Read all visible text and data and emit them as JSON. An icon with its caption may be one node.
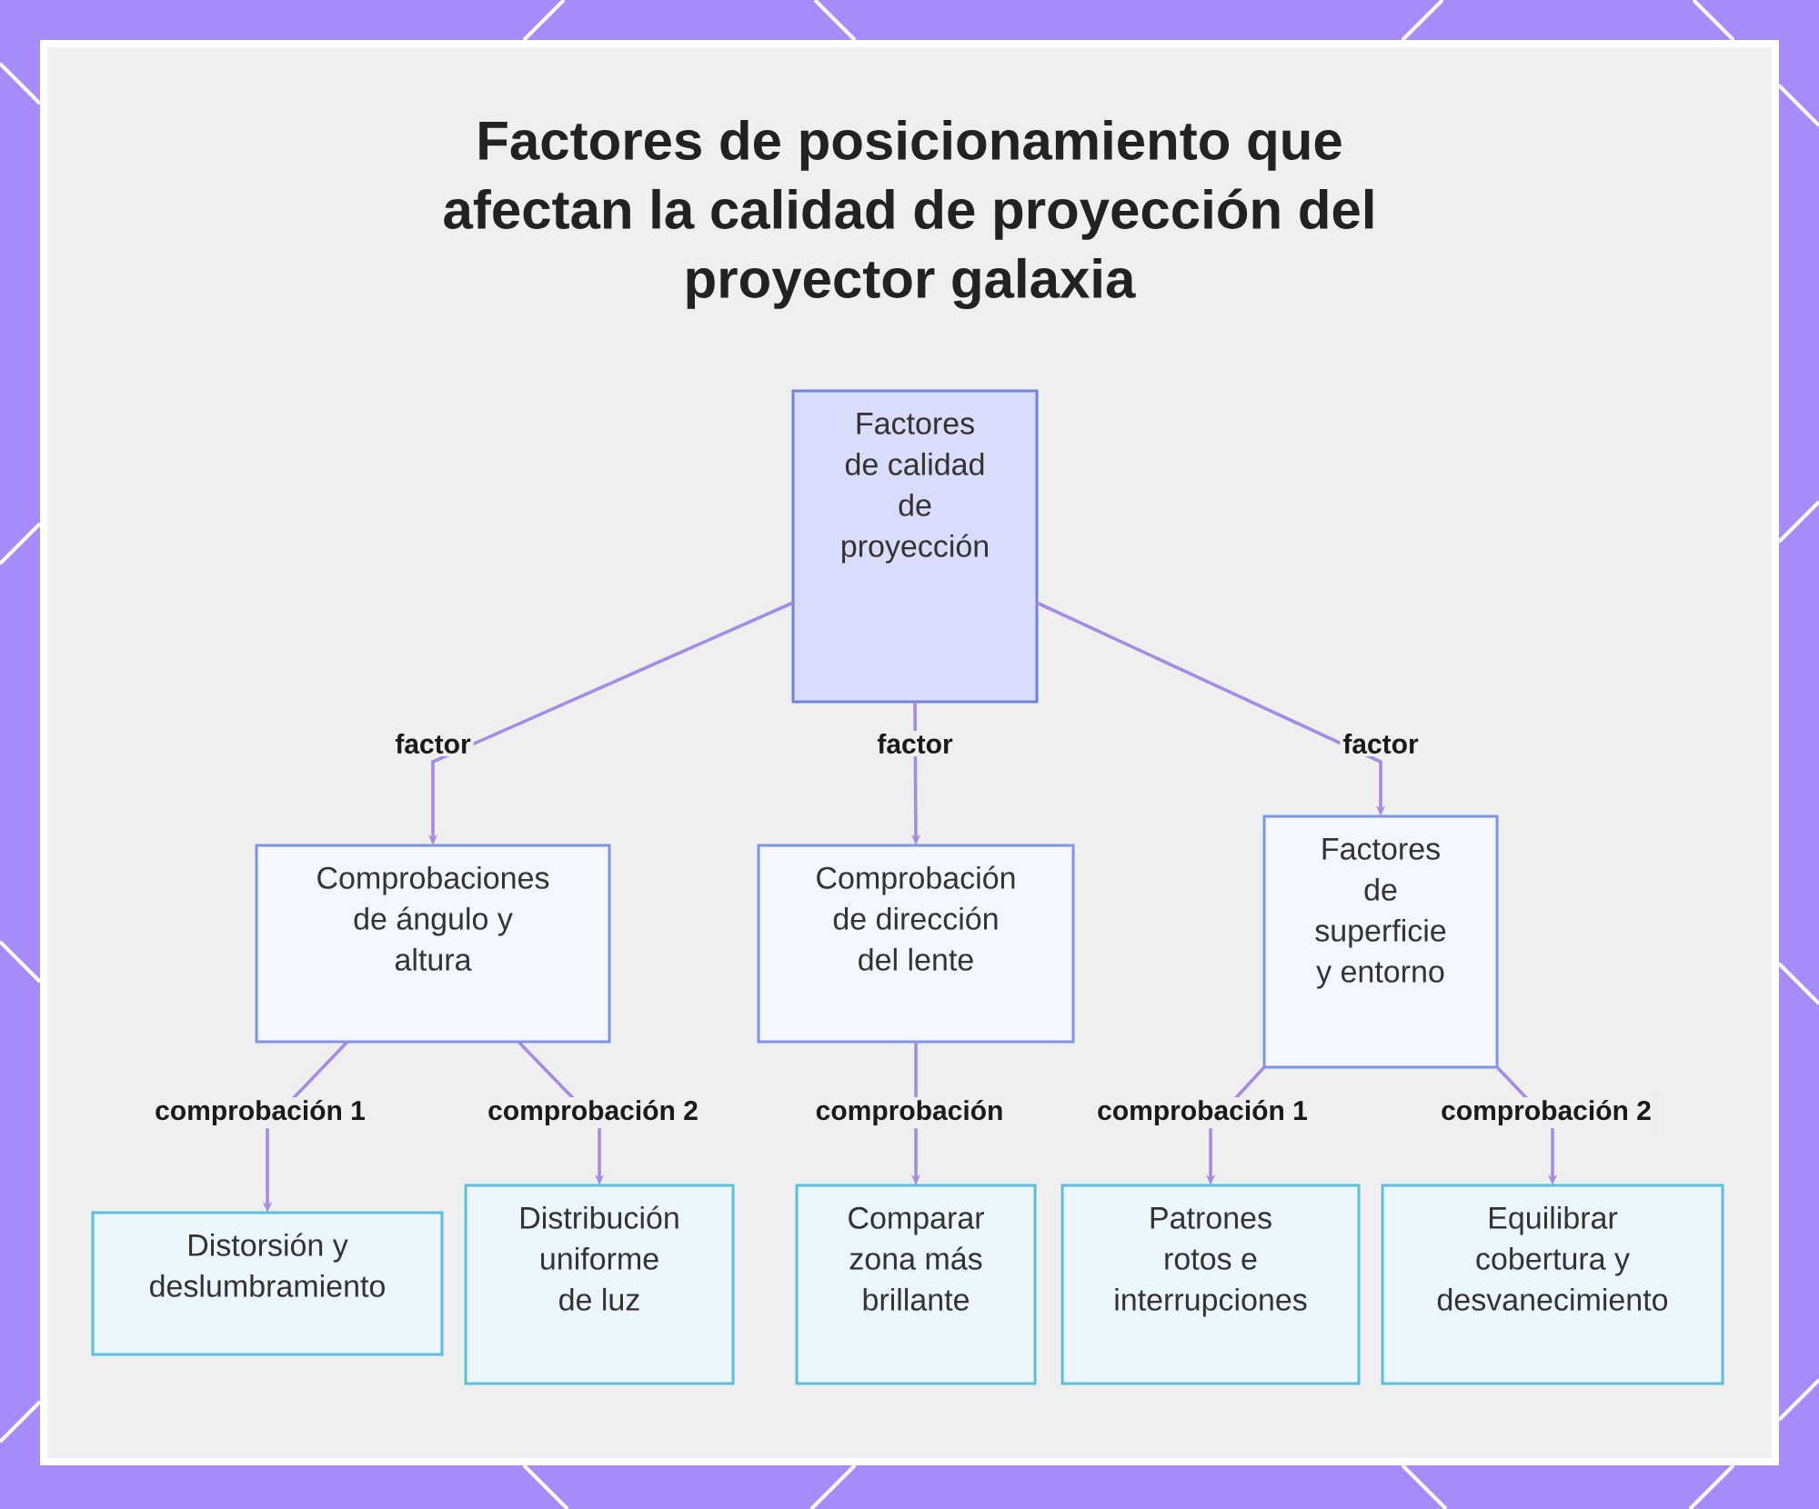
{
  "diagram": {
    "title": "Factores de posicionamiento que afectan la calidad de proyección del proyector galaxia",
    "nodes": [
      {
        "text": [
          "Factores de calidad de proyección"
        ]
      },
      {
        "text": [
          "Comprobaciones de ángulo y altura"
        ]
      },
      {
        "text": [
          "Comprobación de dirección del lente"
        ]
      },
      {
        "text": [
          "Factores de superficie y entorno"
        ]
      },
      {
        "text": [
          "Distorsión y deslumbramiento"
        ]
      },
      {
        "text": [
          "Distribución uniforme de luz"
        ]
      },
      {
        "text": [
          "Comparar zona más brillante"
        ]
      },
      {
        "text": [
          "Patrones rotos e interrupciones"
        ]
      },
      {
        "text": [
          "Equilibrar cobertura y desvanecimiento"
        ]
      }
    ],
    "edges": [
      {
        "from": 0,
        "to": 1,
        "arrow": "to",
        "label": "factor"
      },
      {
        "from": 0,
        "to": 2,
        "arrow": "to",
        "label": "factor"
      },
      {
        "from": 0,
        "to": 3,
        "arrow": "to",
        "label": "factor"
      },
      {
        "from": 1,
        "to": 4,
        "arrow": "to",
        "label": "comprobación 1"
      },
      {
        "from": 1,
        "to": 5,
        "arrow": "to",
        "label": "comprobación 2"
      },
      {
        "from": 2,
        "to": 6,
        "arrow": "to",
        "label": "comprobación"
      },
      {
        "from": 3,
        "to": 7,
        "arrow": "to",
        "label": "comprobación 1"
      },
      {
        "from": 3,
        "to": 8,
        "arrow": "to",
        "label": "comprobación 2"
      }
    ]
  }
}
